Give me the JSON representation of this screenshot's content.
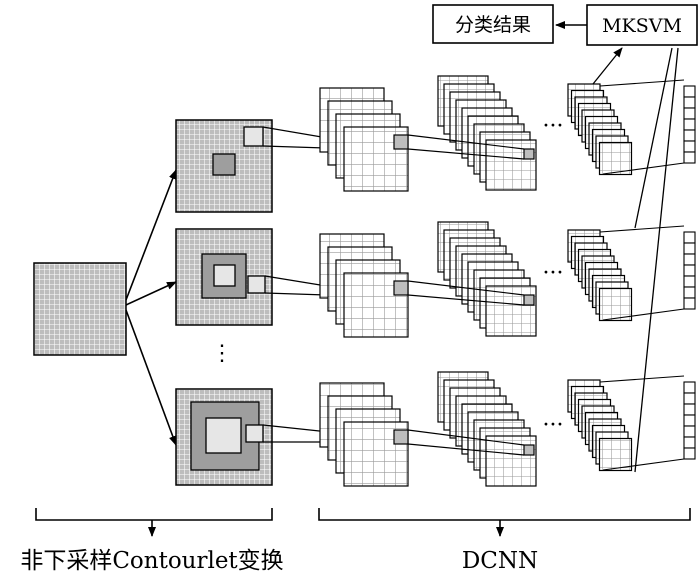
{
  "result_box": {
    "label": "分类结果"
  },
  "classifier_box": {
    "label": "MKSVM"
  },
  "captions": {
    "decomposition": "非下采样Contourlet变换",
    "network": "DCNN"
  },
  "ellipsis_vertical": "⋮",
  "ellipsis_horizontal": "···",
  "colors": {
    "stroke": "#000000",
    "fine_grid_fill": "#bdbdbd",
    "fine_grid_line": "#ffffff",
    "coarse_grid_fill": "#ffffff",
    "coarse_grid_line": "#9a9a9a",
    "center_dark": "#9e9e9e",
    "center_light": "#e6e6e6",
    "patch_fill": "#bdbdbd"
  }
}
